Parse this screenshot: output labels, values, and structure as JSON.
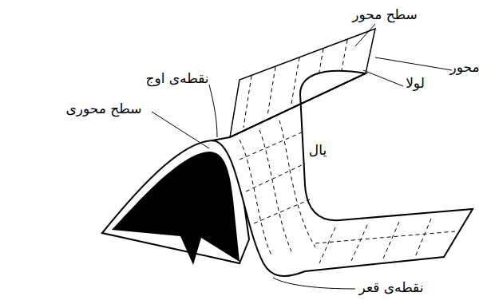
{
  "diagram": {
    "labels": [
      "سطح محور",
      "محور",
      "لولا",
      "نقطه‌ی اوج",
      "سطح محوری",
      "یال",
      "نقطه‌ی قعر"
    ]
  }
}
